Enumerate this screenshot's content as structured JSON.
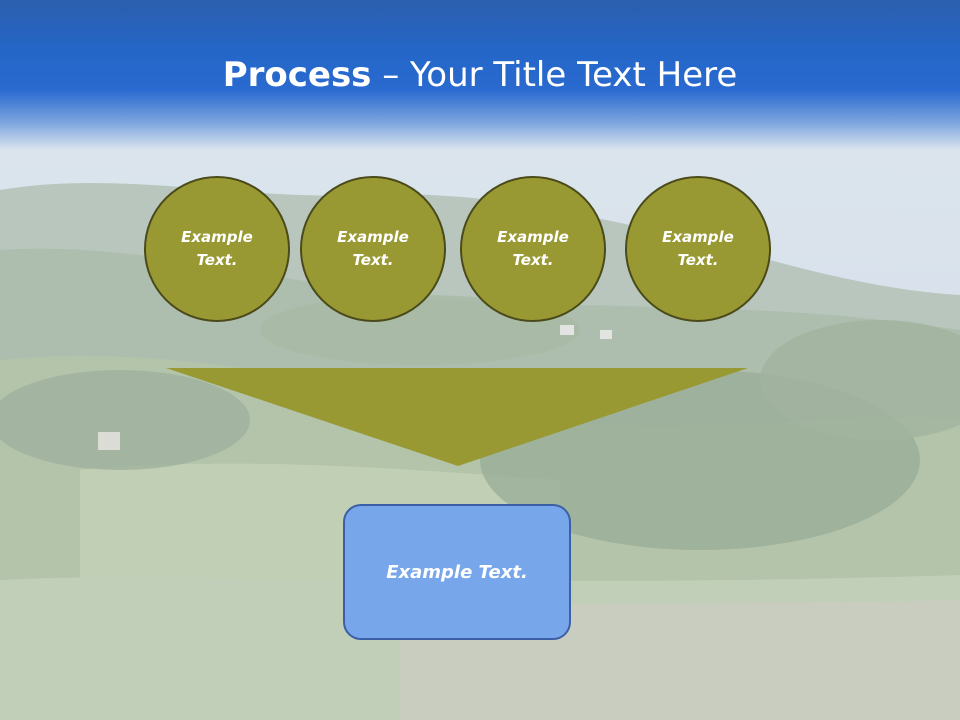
{
  "slide": {
    "title_bold": "Process",
    "title_rest": " – Your Title Text Here",
    "circles": [
      {
        "label": "Example Text."
      },
      {
        "label": "Example Text."
      },
      {
        "label": "Example Text."
      },
      {
        "label": "Example Text."
      }
    ],
    "result_label": "Example Text."
  },
  "colors": {
    "header_blue": "#2466c8",
    "circle_fill": "#999933",
    "circle_border": "#4a4a1a",
    "box_fill": "#78a6ea",
    "box_border": "#3c5fa6"
  }
}
